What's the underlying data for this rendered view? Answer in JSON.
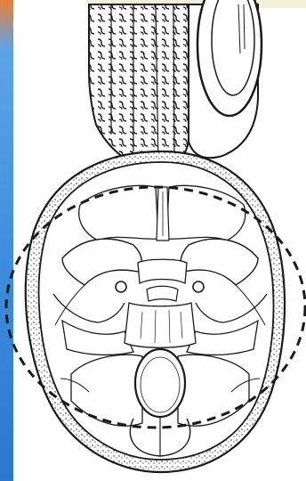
{
  "diagram": {
    "subject": "skull-base-compression",
    "colors": {
      "background": "#ffffff",
      "ink": "#1a1a1a",
      "edge_gradient_top": "#e97f35",
      "edge_gradient_bottom": "#2b78cc",
      "top_strip": "#f4f0d8"
    },
    "elements": [
      {
        "name": "tire"
      },
      {
        "name": "skull-outline"
      },
      {
        "name": "fracture-ring-dashed"
      },
      {
        "name": "foramen-magnum"
      }
    ]
  }
}
